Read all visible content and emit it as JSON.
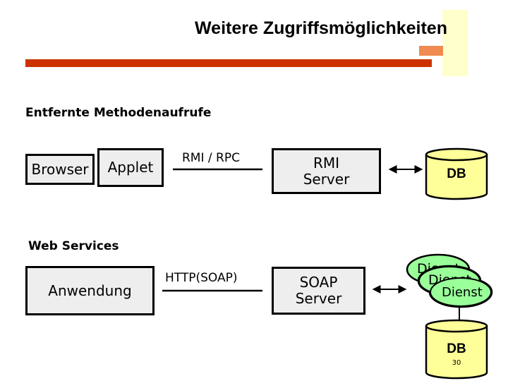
{
  "title": "Weitere Zugriffsmöglichkeiten",
  "sections": {
    "rmi": "Entfernte Methodenaufrufe",
    "web_services": "Web Services"
  },
  "nodes": {
    "browser": "Browser",
    "applet": "Applet",
    "rmi_server": [
      "RMI",
      "Server"
    ],
    "db_top": "DB",
    "anwendung": "Anwendung",
    "soap_server": [
      "SOAP",
      "Server"
    ],
    "dienst_1": "Dienst",
    "dienst_2": "Dienst",
    "dienst_3": "Dienst",
    "db_bottom": "DB"
  },
  "connections": {
    "rmi_rpc": "RMI / RPC",
    "http_soap": "HTTP(SOAP)"
  },
  "page_number": "30",
  "colors": {
    "title_bar": "#cc3300",
    "accent_orange": "#f08a50",
    "accent_yellow": "#ffffcc",
    "box_fill": "#eeeeee",
    "db_fill": "#ffff99",
    "dienst_fill": "#99ff99"
  }
}
